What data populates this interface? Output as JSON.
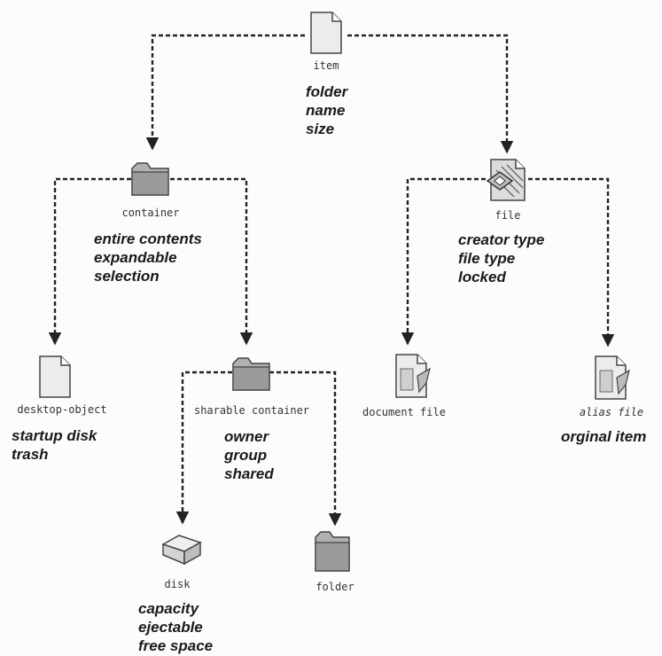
{
  "nodes": {
    "item": {
      "label": "item",
      "props": [
        "folder",
        "name",
        "size"
      ]
    },
    "container": {
      "label": "container",
      "props": [
        "entire contents",
        "expandable",
        "selection"
      ]
    },
    "file": {
      "label": "file",
      "props": [
        "creator type",
        "file type",
        "locked"
      ]
    },
    "desktop_object": {
      "label": "desktop-object",
      "props": [
        "startup disk",
        "trash"
      ]
    },
    "sharable_container": {
      "label": "sharable container",
      "props": [
        "owner",
        "group",
        "shared"
      ]
    },
    "document_file": {
      "label": "document file",
      "props": []
    },
    "alias_file": {
      "label": "alias file",
      "props": [
        "orginal item"
      ]
    },
    "disk": {
      "label": "disk",
      "props": [
        "capacity",
        "ejectable",
        "free space"
      ]
    },
    "folder": {
      "label": "folder",
      "props": []
    }
  },
  "icons": {
    "item": "document-icon",
    "container": "folder-icon",
    "file": "application-file-icon",
    "desktop_object": "document-icon",
    "sharable_container": "folder-icon",
    "document_file": "document-file-icon",
    "alias_file": "alias-file-icon",
    "disk": "disk-icon",
    "folder": "folder-icon"
  },
  "colors": {
    "line": "#222222",
    "icon_fill": "#e6e6e6",
    "folder_fill": "#a9a9a9",
    "text": "#1a1a1a"
  }
}
